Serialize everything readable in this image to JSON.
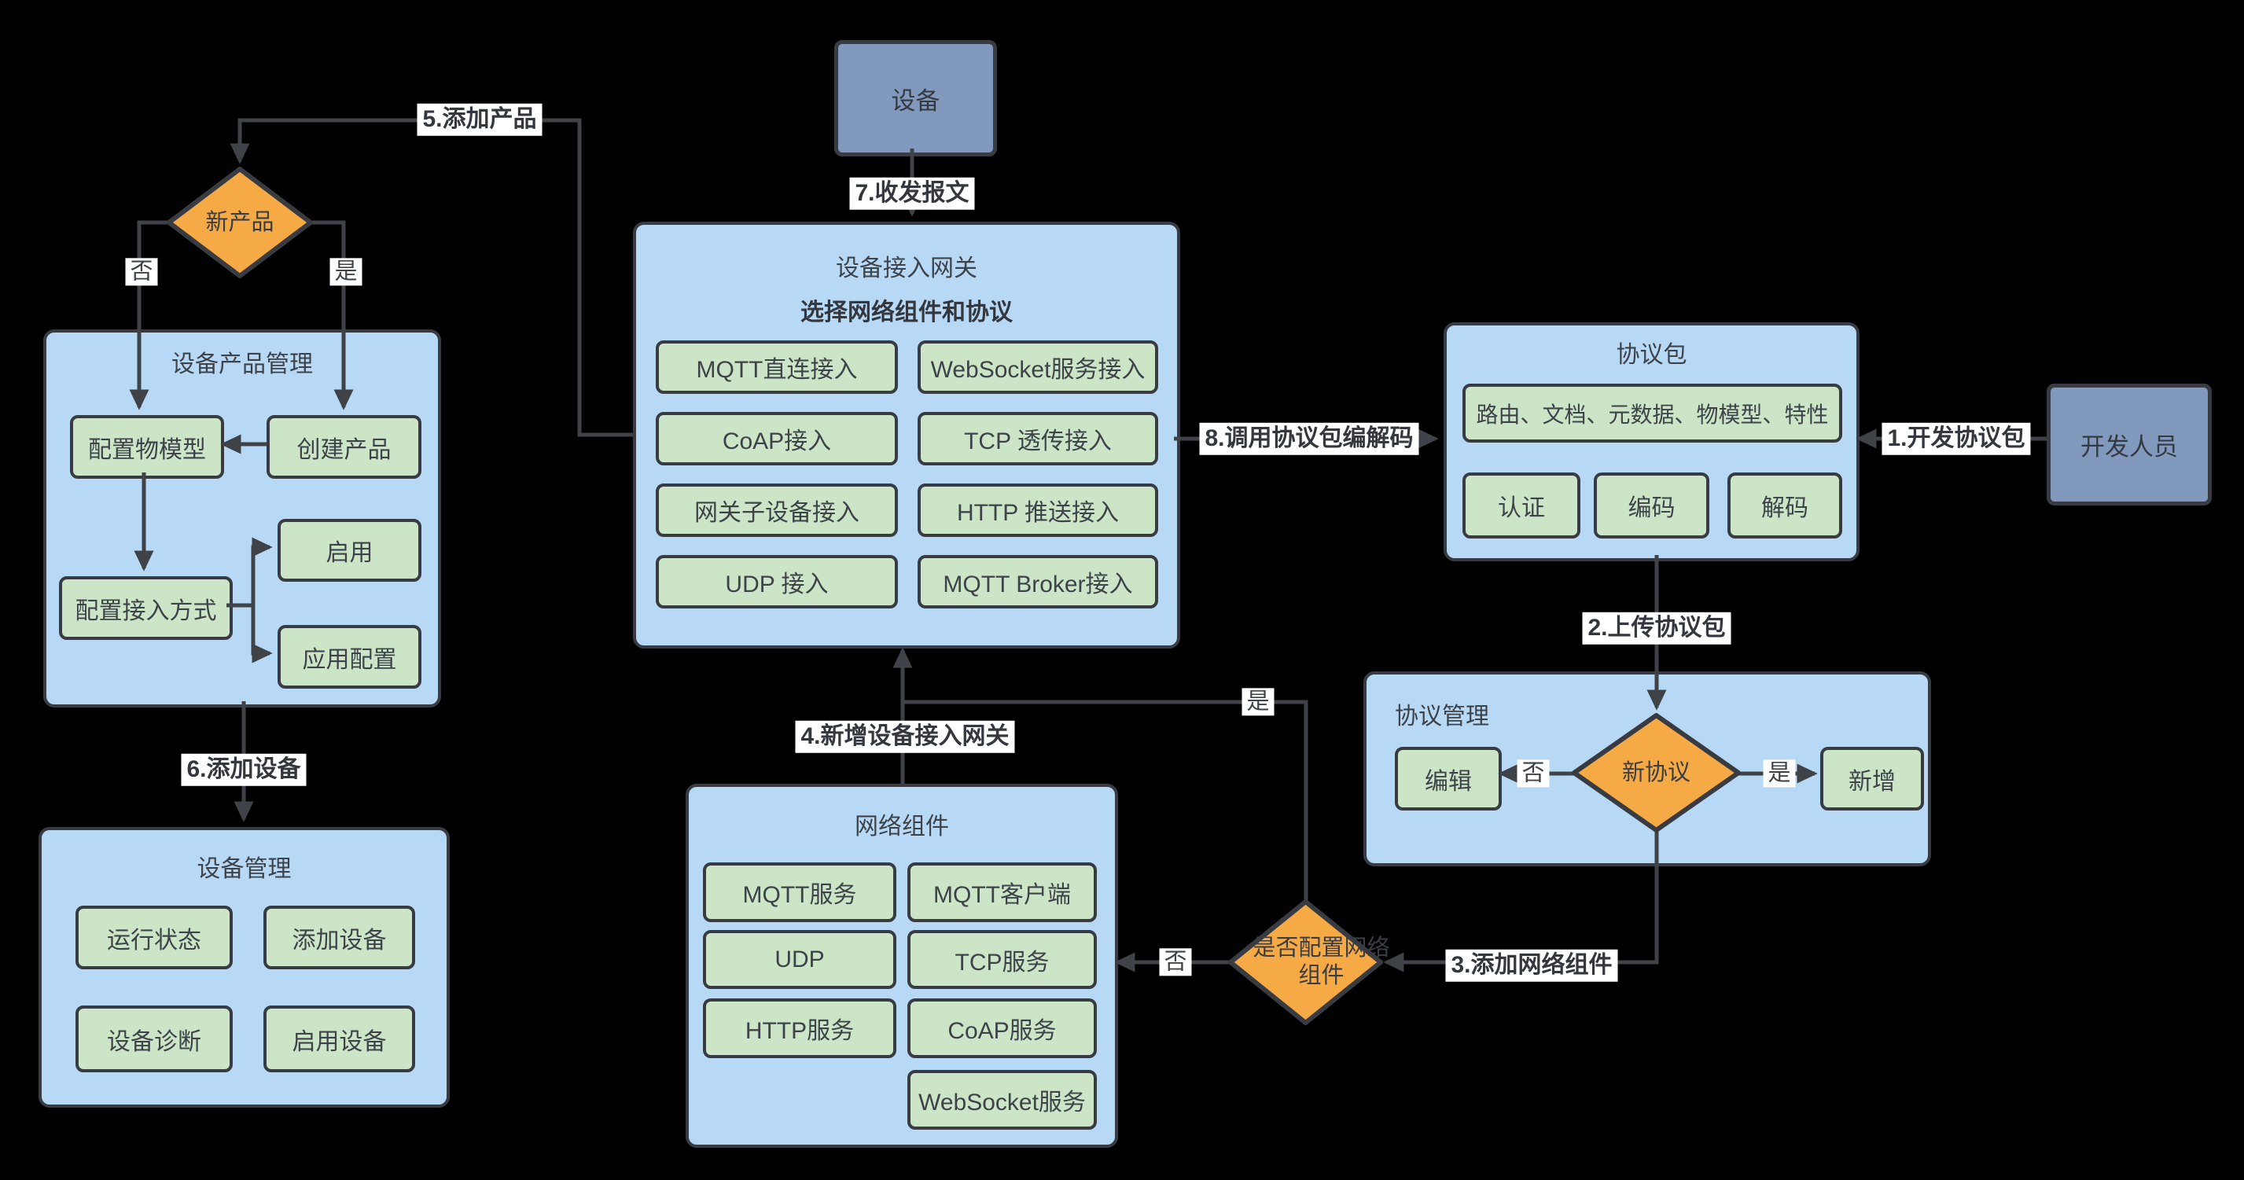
{
  "colors": {
    "background": "#000000",
    "container_fill": "#B7D9F6",
    "button_fill": "#CBE5C6",
    "diamond_fill": "#F6AA45",
    "actor_fill": "#8099BC",
    "border": "#383C42",
    "line": "#3F4247",
    "text": "#3E434A",
    "label_background": "#FFFFFF"
  },
  "actors": {
    "device": "设备",
    "developer": "开发人员"
  },
  "gateway": {
    "title": "设备接入网关",
    "subtitle": "选择网络组件和协议",
    "buttons": [
      "MQTT直连接入",
      "WebSocket服务接入",
      "CoAP接入",
      "TCP 透传接入",
      "网关子设备接入",
      "HTTP 推送接入",
      "UDP 接入",
      "MQTT Broker接入"
    ]
  },
  "product_management": {
    "title": "设备产品管理",
    "configure_model": "配置物模型",
    "create_product": "创建产品",
    "configure_access": "配置接入方式",
    "enable": "启用",
    "apply_config": "应用配置"
  },
  "device_management": {
    "title": "设备管理",
    "buttons": [
      "运行状态",
      "添加设备",
      "设备诊断",
      "启用设备"
    ]
  },
  "network_components": {
    "title": "网络组件",
    "buttons": [
      "MQTT服务",
      "MQTT客户端",
      "UDP",
      "TCP服务",
      "HTTP服务",
      "CoAP服务",
      "WebSocket服务"
    ]
  },
  "protocol_package": {
    "title": "协议包",
    "features": "路由、文档、元数据、物模型、特性",
    "buttons": [
      "认证",
      "编码",
      "解码"
    ]
  },
  "protocol_management": {
    "title": "协议管理",
    "edit": "编辑",
    "add": "新增"
  },
  "decisions": {
    "new_product": "新产品",
    "new_protocol": "新协议",
    "configure_network": "是否配置网络组件"
  },
  "edge_labels": {
    "step1": "1.开发协议包",
    "step2": "2.上传协议包",
    "step3": "3.添加网络组件",
    "step4": "4.新增设备接入网关",
    "step5": "5.添加产品",
    "step6": "6.添加设备",
    "step7": "7.收发报文",
    "step8": "8.调用协议包编解码"
  },
  "branch_labels": {
    "yes": "是",
    "no": "否"
  }
}
